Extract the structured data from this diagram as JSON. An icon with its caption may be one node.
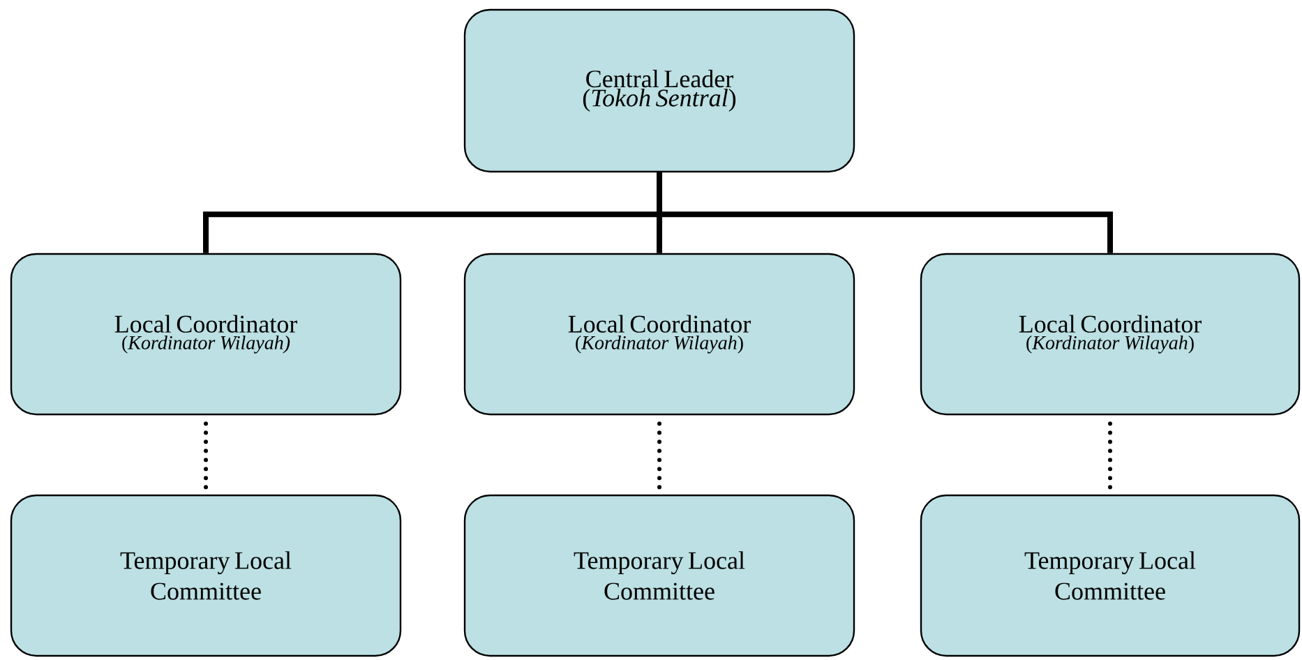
{
  "diagram": {
    "nodes": [
      {
        "text": [
          "Central Leader",
          "(*Tokoh Sentral*)"
        ]
      },
      {
        "text": [
          "Local Coordinator",
          "(*Kordinator Wilayah)*"
        ]
      },
      {
        "text": [
          "Local Coordinator",
          "(*Kordinator Wilayah*)"
        ]
      },
      {
        "text": [
          "Local Coordinator",
          "(*Kordinator Wilayah*)"
        ]
      },
      {
        "text": [
          "Temporary Local Committee"
        ]
      },
      {
        "text": [
          "Temporary Local Committee"
        ]
      },
      {
        "text": [
          "Temporary Local Committee"
        ]
      }
    ],
    "edges": [
      {
        "from": 0,
        "to": 1,
        "arrow": "none"
      },
      {
        "from": 0,
        "to": 2,
        "arrow": "none"
      },
      {
        "from": 0,
        "to": 3,
        "arrow": "none"
      },
      {
        "from": 1,
        "to": 4,
        "arrow": "none",
        "style": "dashed"
      },
      {
        "from": 2,
        "to": 5,
        "arrow": "none",
        "style": "dashed"
      },
      {
        "from": 3,
        "to": 6,
        "arrow": "none",
        "style": "dashed"
      }
    ]
  }
}
